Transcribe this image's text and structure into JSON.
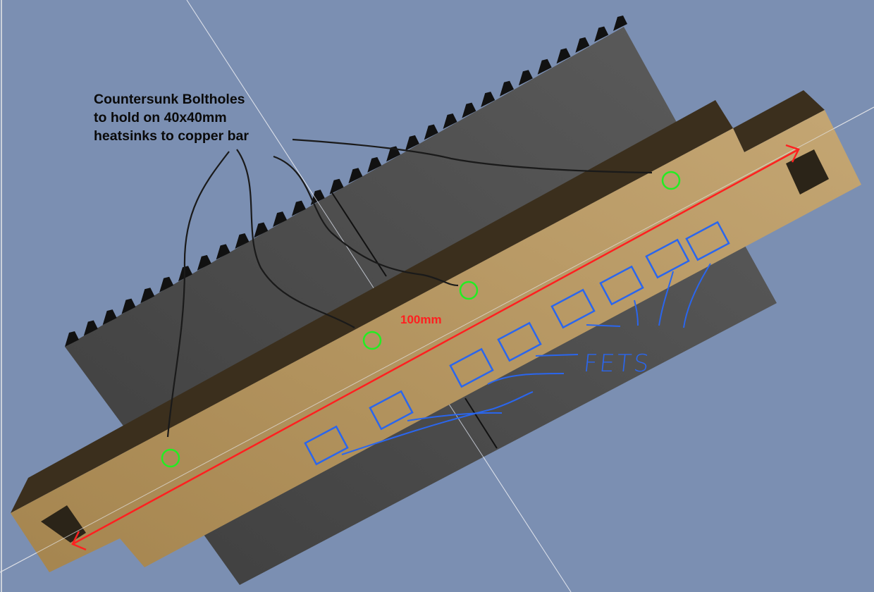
{
  "annotations": {
    "callout_lines": [
      "Countersunk Boltholes",
      "to hold on 40x40mm",
      "heatsinks to copper bar"
    ],
    "dimension_label": "100mm",
    "fets_label": "FETS"
  },
  "colors": {
    "background": "#7b8fb2",
    "copper_bar_face": "#b4955f",
    "copper_bar_side": "#3b2f1d",
    "heatsink": "#555555",
    "dimension": "#ff2020",
    "boltholes": "#22ee22",
    "fets": "#2a66ee"
  },
  "counts": {
    "heatsink_fins": 30,
    "boltholes": 4,
    "fets": 8
  }
}
